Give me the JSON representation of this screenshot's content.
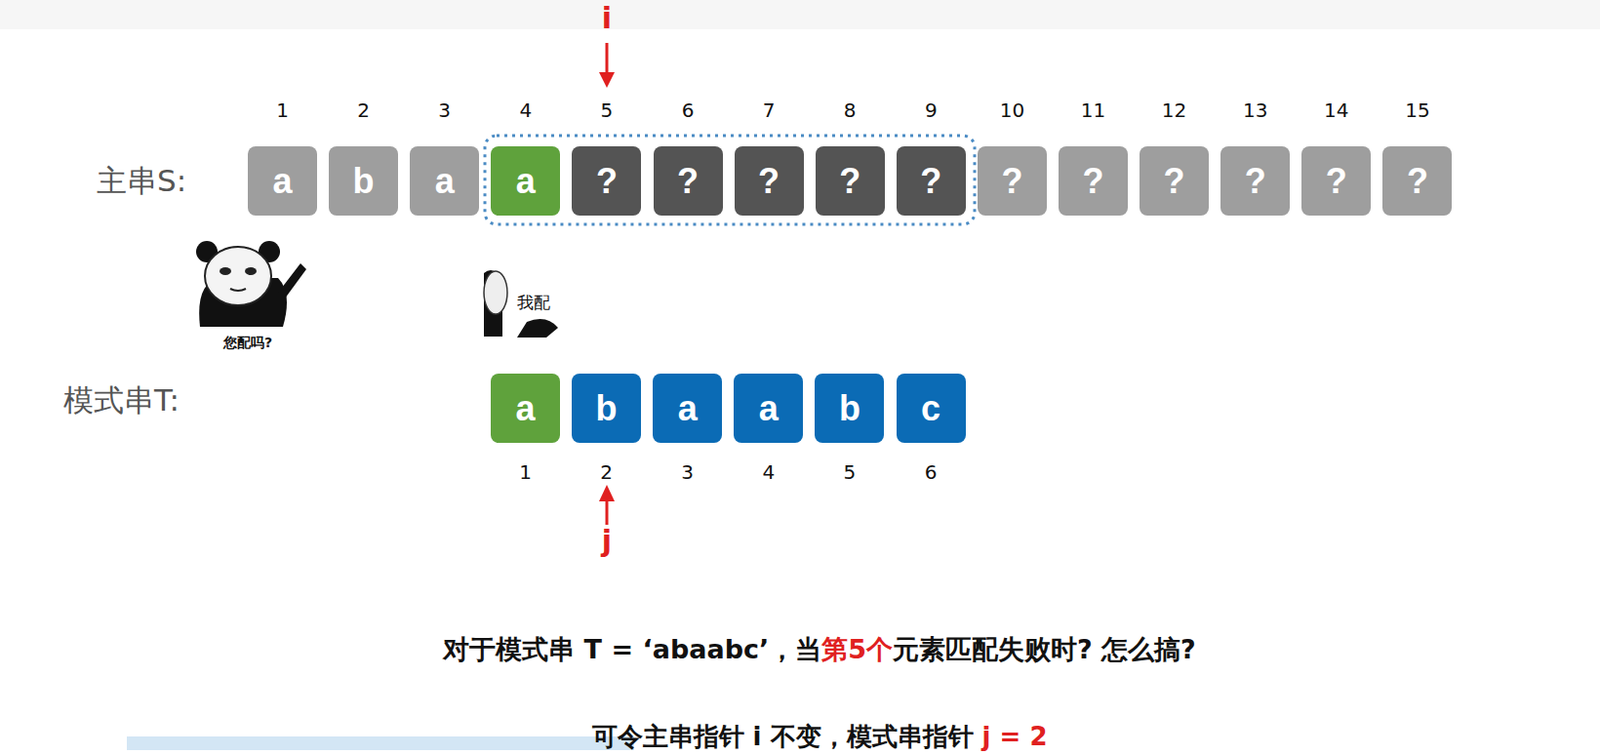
{
  "diagram": {
    "nodes": [
      {
        "text": [
          "a"
        ]
      },
      {
        "text": [
          "b"
        ]
      },
      {
        "text": [
          "a"
        ]
      },
      {
        "text": [
          "a"
        ]
      },
      {
        "text": [
          "?"
        ]
      },
      {
        "text": [
          "?"
        ]
      },
      {
        "text": [
          "?"
        ]
      },
      {
        "text": [
          "?"
        ]
      },
      {
        "text": [
          "?"
        ]
      },
      {
        "text": [
          "?"
        ]
      },
      {
        "text": [
          "?"
        ]
      },
      {
        "text": [
          "?"
        ]
      },
      {
        "text": [
          "?"
        ]
      },
      {
        "text": [
          "?"
        ]
      },
      {
        "text": [
          "?"
        ]
      },
      {
        "text": [
          "a"
        ]
      },
      {
        "text": [
          "b"
        ]
      },
      {
        "text": [
          "a"
        ]
      },
      {
        "text": [
          "a"
        ]
      },
      {
        "text": [
          "b"
        ]
      },
      {
        "text": [
          "c"
        ]
      }
    ],
    "labels": [
      "i",
      "1",
      "2",
      "3",
      "4",
      "5",
      "6",
      "7",
      "8",
      "9",
      "10",
      "11",
      "12",
      "13",
      "14",
      "15",
      "主串S:",
      "您配吗?",
      "我配",
      "模式串T:",
      "1",
      "2",
      "3",
      "4",
      "5",
      "6",
      "j",
      "对于模式串 T = ‘abaabc’，当",
      "第5个",
      "元素匹配失败时? 怎么搞?",
      "可令主串指针 i 不变，模式串指针 ",
      "j = 2"
    ]
  }
}
